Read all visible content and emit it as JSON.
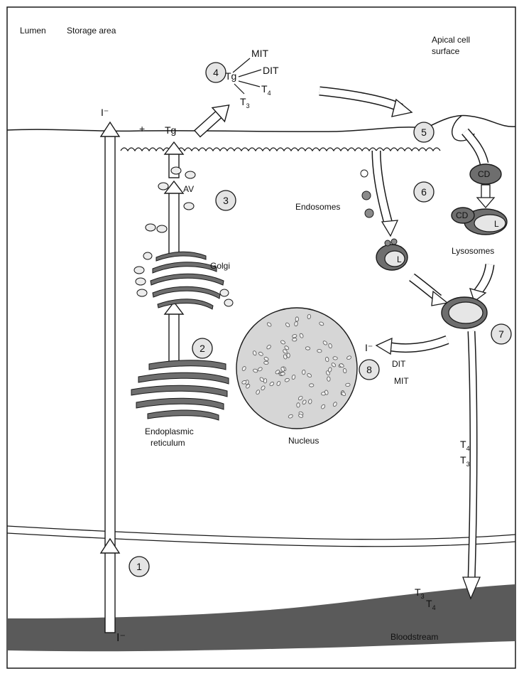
{
  "labels": {
    "lumen": "Lumen",
    "storage": "Storage area",
    "apical1": "Apical cell",
    "apical2": "surface",
    "iodide_top": "I⁻",
    "plus": "+",
    "tg": "Tg",
    "tg_complex": "Tg",
    "mit": "MIT",
    "dit": "DIT",
    "t4": "T",
    "t4_sub": "4",
    "t3": "T",
    "t3_sub": "3",
    "av": "AV",
    "golgi": "Golgi",
    "endosomes": "Endosomes",
    "cd1": "CD",
    "cd2": "CD",
    "l1": "L",
    "l2": "L",
    "lysosomes": "Lysosomes",
    "er1": "Endoplasmic",
    "er2": "reticulum",
    "nucleus": "Nucleus",
    "iodide_out": "I⁻",
    "dit2": "DIT",
    "mit2": "MIT",
    "t4_right": "T",
    "t4_right_sub": "4",
    "t3_right": "T",
    "t3_right_sub": "3",
    "t3_blood": "T",
    "t3_blood_sub": "3",
    "t4_blood": "T",
    "t4_blood_sub": "4",
    "iodide_bottom": "I⁻",
    "bloodstream": "Bloodstream"
  },
  "steps": [
    "1",
    "2",
    "3",
    "4",
    "5",
    "6",
    "7",
    "8"
  ],
  "colors": {
    "organelle": "#6e6e6e",
    "blood": "#5a5a5a",
    "vesicle_fill": "#e6e6e6",
    "line": "#1a1a1a"
  }
}
